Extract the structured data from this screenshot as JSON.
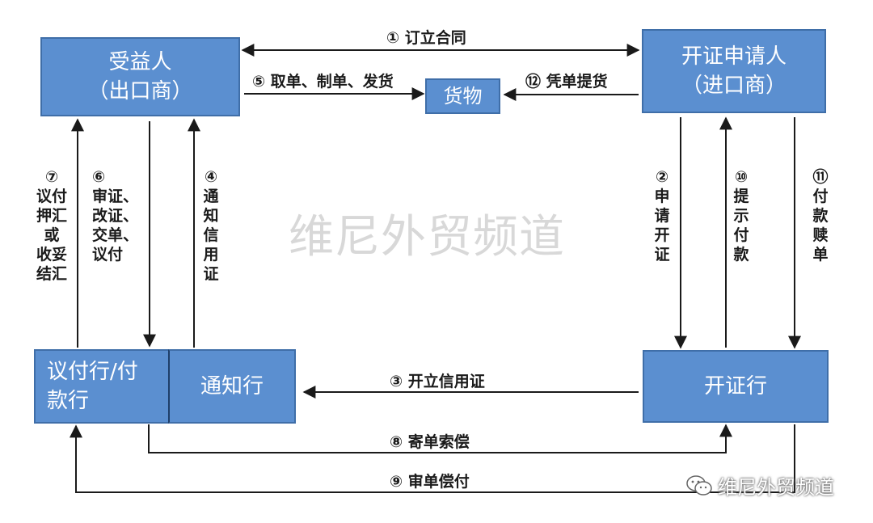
{
  "nodes": {
    "beneficiary": {
      "line1": "受益人",
      "line2": "（出口商）"
    },
    "applicant": {
      "line1": "开证申请人",
      "line2": "（进口商）"
    },
    "goods": {
      "label": "货物"
    },
    "negotiating_bank": {
      "line1": "议付行/付",
      "line2": "款行"
    },
    "advising_bank": {
      "label": "通知行"
    },
    "issuing_bank": {
      "label": "开证行"
    }
  },
  "steps": {
    "s1": "① 订立合同",
    "s2": {
      "num": "②",
      "lines": [
        "申",
        "请",
        "开",
        "证"
      ]
    },
    "s3": "③ 开立信用证",
    "s4": {
      "num": "④",
      "lines": [
        "通",
        "知",
        "信",
        "用",
        "证"
      ]
    },
    "s5": "⑤ 取单、制单、发货",
    "s6": {
      "num": "⑥",
      "lines": [
        "审证、",
        "改证、",
        "交单、",
        "议付"
      ]
    },
    "s7": {
      "num": "⑦",
      "lines": [
        "议付",
        "押汇",
        "或",
        "收妥",
        "结汇"
      ]
    },
    "s8": "⑧ 寄单索偿",
    "s9": "⑨ 审单偿付",
    "s10": {
      "num": "⑩",
      "lines": [
        "提",
        "示",
        "付",
        "款"
      ]
    },
    "s11": {
      "num": "⑪",
      "lines": [
        "付",
        "款",
        "赎",
        "单"
      ]
    },
    "s12": "⑫ 凭单提货"
  },
  "watermark": "维尼外贸频道",
  "brand": {
    "icon": "wechat-icon",
    "text": "维尼外贸频道"
  },
  "colors": {
    "box_fill": "#5b8fd0",
    "box_border": "#3f6ea8",
    "arrow": "#1a1a1a"
  }
}
